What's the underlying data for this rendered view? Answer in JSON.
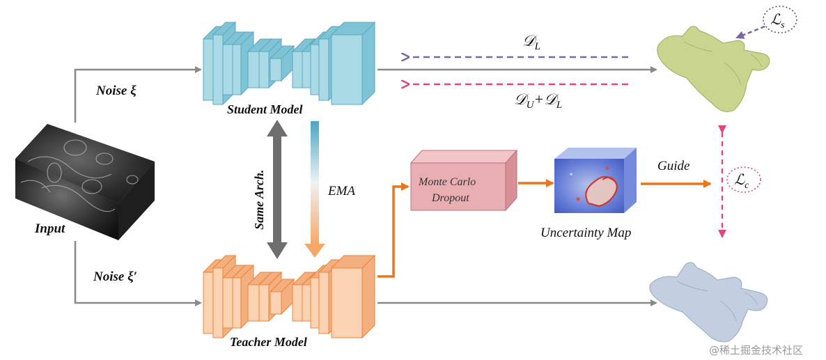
{
  "input": {
    "label": "Input"
  },
  "noise": {
    "student": "Noise ξ",
    "teacher": "Noise ξ′"
  },
  "student": {
    "label": "Student Model"
  },
  "teacher": {
    "label": "Teacher Model"
  },
  "links": {
    "same_arch": "Same Arch.",
    "ema": "EMA"
  },
  "dropout": {
    "line1": "Monte Carlo",
    "line2": "Dropout"
  },
  "uncertainty": {
    "label": "Uncertainty Map"
  },
  "guide": {
    "label": "Guide"
  },
  "losses": {
    "dl_base": "𝒟",
    "dl_sub": "L",
    "du_base": "𝒟",
    "du_sub": "U",
    "plus": "+",
    "dl2_base": "𝒟",
    "dl2_sub": "L",
    "ls_base": "ℒ",
    "ls_sub": "s",
    "lc_base": "ℒ",
    "lc_sub": "c"
  },
  "watermark": "@稀土掘金技术社区",
  "colors": {
    "student_face": "#a9dae6",
    "student_side": "#7fc3d6",
    "student_edge": "#5aa9c0",
    "teacher_face": "#fbd3b2",
    "teacher_side": "#f3b07e",
    "teacher_edge": "#e8843e",
    "gray_arrow": "#8a8a8a",
    "purple_arrow": "#7b67a3",
    "pink_arrow": "#e0457b",
    "orange_arrow": "#e8761e",
    "dropout_face": "#e8aeb2",
    "dropout_top": "#f2c6c8",
    "dropout_side": "#d88f95",
    "student_mesh": "#c9d48e",
    "teacher_mesh": "#c3cfe0",
    "dark_arrow": "#6b6b6b"
  }
}
